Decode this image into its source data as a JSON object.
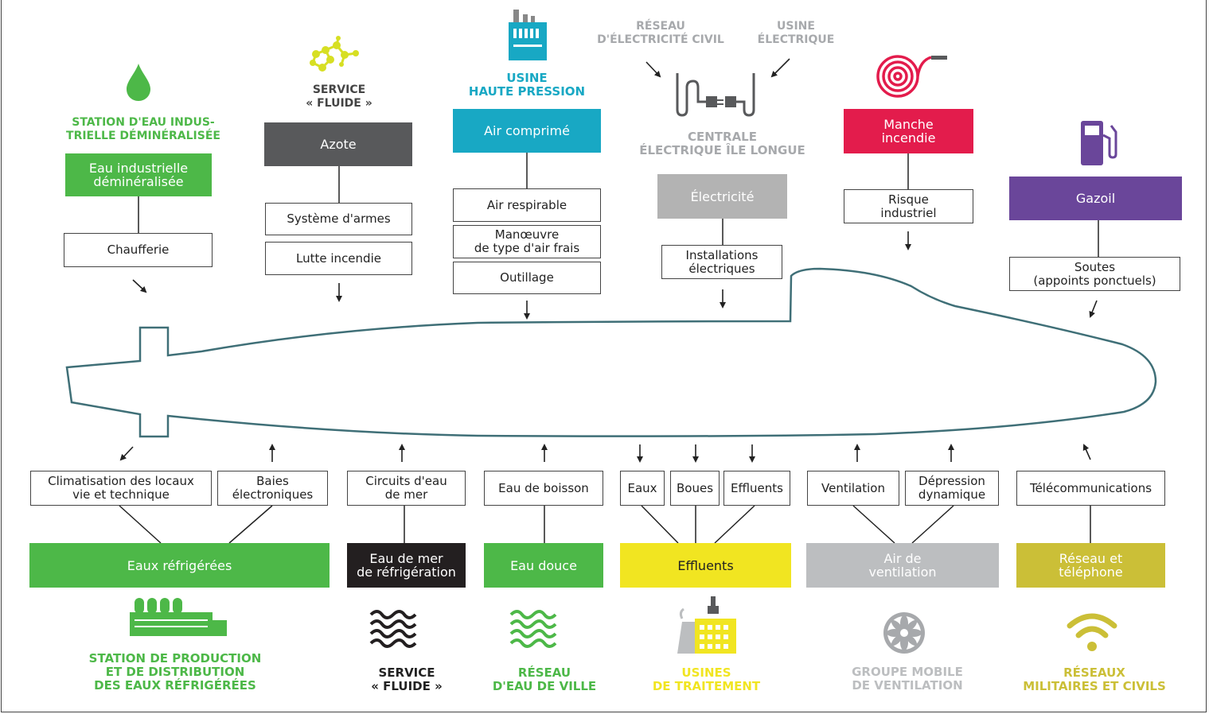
{
  "colors": {
    "green": "#4db848",
    "darkgray": "#58595b",
    "cyan": "#18a8c4",
    "lightgray": "#b3b3b3",
    "red": "#e31c4c",
    "purple": "#6a469a",
    "black": "#231f20",
    "yellow": "#f1e521",
    "ventgray": "#bcbec0",
    "olive": "#cbbf37",
    "hull": "#3f6f77"
  },
  "top": {
    "station_eau": {
      "title": "STATION D'EAU INDUS-\nTRIELLE DÉMINÉRALISÉE",
      "box": "Eau industrielle\ndéminéralisée",
      "sub": "Chaufferie",
      "icon": "water-drop-icon"
    },
    "service_fluide": {
      "title": "SERVICE\n« FLUIDE »",
      "box": "Azote",
      "subs": [
        "Système d'armes",
        "Lutte incendie"
      ],
      "icon": "molecule-icon"
    },
    "usine_hp": {
      "title": "USINE\nHAUTE PRESSION",
      "box": "Air comprimé",
      "subs": [
        "Air respirable",
        "Manœuvre\nde type d'air frais",
        "Outillage"
      ],
      "icon": "factory-icon"
    },
    "centrale": {
      "label_left": "RÉSEAU\nD'ÉLECTRICITÉ CIVIL",
      "label_right": "USINE\nÉLECTRIQUE",
      "title": "CENTRALE\nÉLECTRIQUE ÎLE LONGUE",
      "box": "Électricité",
      "sub": "Installations\nélectriques",
      "icon": "plug-icon"
    },
    "incendie": {
      "box": "Manche\nincendie",
      "sub": "Risque\nindustriel",
      "icon": "fire-hose-icon"
    },
    "gazoil": {
      "box": "Gazoil",
      "sub": "Soutes\n(appoints ponctuels)",
      "icon": "fuel-pump-icon"
    }
  },
  "bottom": {
    "eaux_ref": {
      "box": "Eaux réfrigérées",
      "subs": [
        "Climatisation des locaux\nvie et technique",
        "Baies\nélectroniques"
      ],
      "title": "STATION DE PRODUCTION\nET DE DISTRIBUTION\nDES EAUX RÉFRIGÉRÉES",
      "icon": "chiller-station-icon"
    },
    "eau_mer": {
      "box": "Eau de mer\nde réfrigération",
      "sub": "Circuits d'eau\nde mer",
      "title": "SERVICE\n« FLUIDE »",
      "icon": "waves-icon"
    },
    "eau_douce": {
      "box": "Eau douce",
      "sub": "Eau de boisson",
      "title": "RÉSEAU\nD'EAU DE VILLE",
      "icon": "water-waves-icon"
    },
    "effluents": {
      "box": "Effluents",
      "subs": [
        "Eaux",
        "Boues",
        "Effluents"
      ],
      "title": "USINES\nDE TRAITEMENT",
      "icon": "treatment-plant-icon"
    },
    "air": {
      "box": "Air de\nventilation",
      "subs": [
        "Ventilation",
        "Dépression\ndynamique"
      ],
      "title": "GROUPE MOBILE\nDE VENTILATION",
      "icon": "fan-icon"
    },
    "reseau": {
      "box": "Réseau et\ntéléphone",
      "sub": "Télécommunications",
      "title": "RÉSEAUX\nMILITAIRES ET CIVILS",
      "icon": "wifi-icon"
    }
  }
}
